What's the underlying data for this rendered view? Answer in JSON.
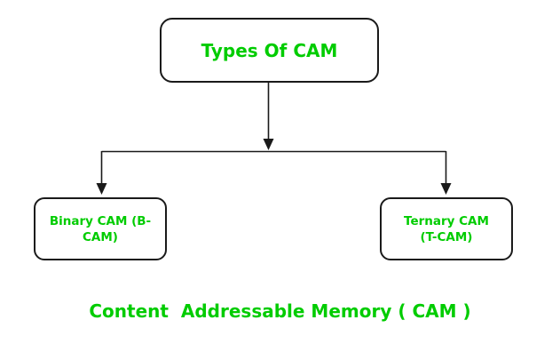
{
  "diagram": {
    "title_node": {
      "label": "Types Of CAM"
    },
    "left_node": {
      "line1": "Binary CAM (B-",
      "line2": "CAM)"
    },
    "right_node": {
      "line1": "Ternary CAM",
      "line2": "(T-CAM)"
    },
    "caption": "Content  Addressable Memory ( CAM )"
  },
  "colors": {
    "text_green": "#00CC00",
    "line_black": "#1a1a1a",
    "background": "#ffffff"
  }
}
